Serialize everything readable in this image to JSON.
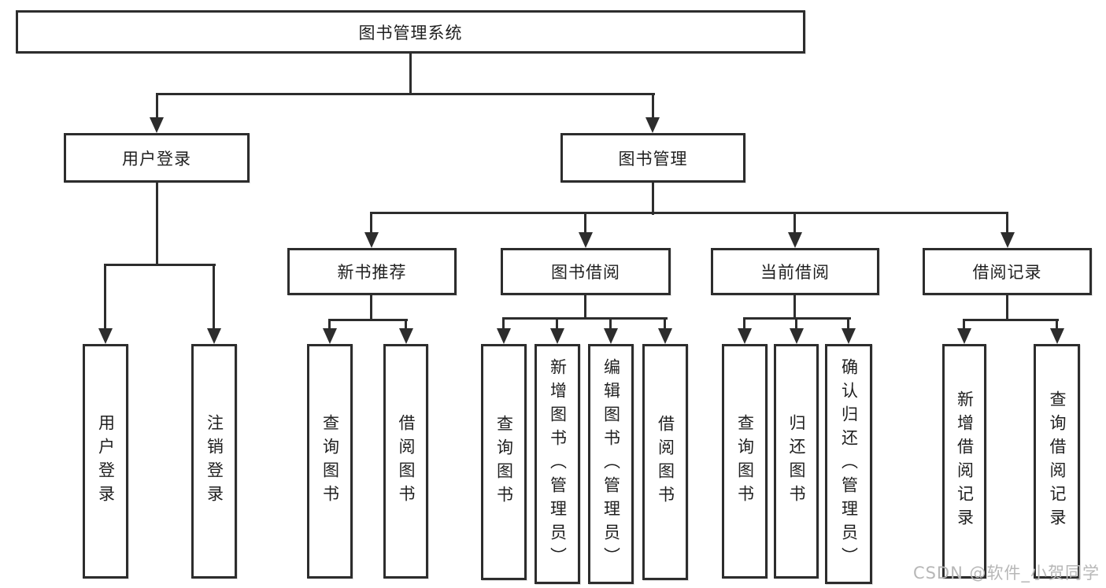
{
  "root": {
    "label": "图书管理系统"
  },
  "branches": [
    {
      "label": "用户登录",
      "children": [
        "用户登录",
        "注销登录"
      ]
    },
    {
      "label": "图书管理",
      "sections": [
        {
          "label": "新书推荐",
          "children": [
            "查询图书",
            "借阅图书"
          ]
        },
        {
          "label": "图书借阅",
          "children": [
            "查询图书",
            "新增图书（管理员）",
            "编辑图书（管理员）",
            "借阅图书"
          ]
        },
        {
          "label": "当前借阅",
          "children": [
            "查询图书",
            "归还图书",
            "确认归还（管理员）"
          ]
        },
        {
          "label": "借阅记录",
          "children": [
            "新增借阅记录",
            "查询借阅记录"
          ]
        }
      ]
    }
  ],
  "watermark": "CSDN @软件_小贺同学",
  "colors": {
    "line": "#2d2d2d",
    "text": "#1f1f1f",
    "background": "#ffffff",
    "watermark": "#b7b7b7"
  }
}
